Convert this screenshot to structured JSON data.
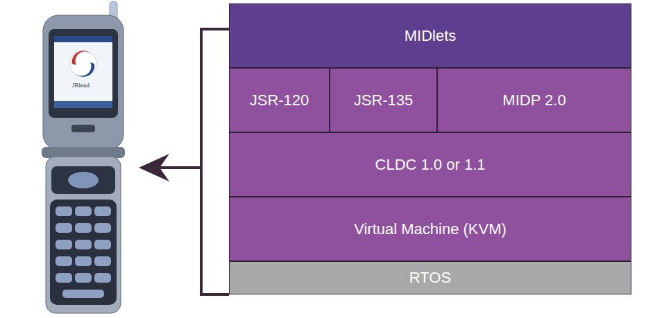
{
  "diagram": {
    "nodes": [
      {
        "text": [
          "MIDlets"
        ]
      },
      {
        "text": [
          "JSR-120"
        ]
      },
      {
        "text": [
          "JSR-135"
        ]
      },
      {
        "text": [
          "MIDP 2.0"
        ]
      },
      {
        "text": [
          "CLDC 1.0 or 1.1"
        ]
      },
      {
        "text": [
          "Virtual Machine (KVM)"
        ]
      },
      {
        "text": [
          "RTOS"
        ]
      }
    ],
    "labels": [
      "JBlend"
    ]
  }
}
